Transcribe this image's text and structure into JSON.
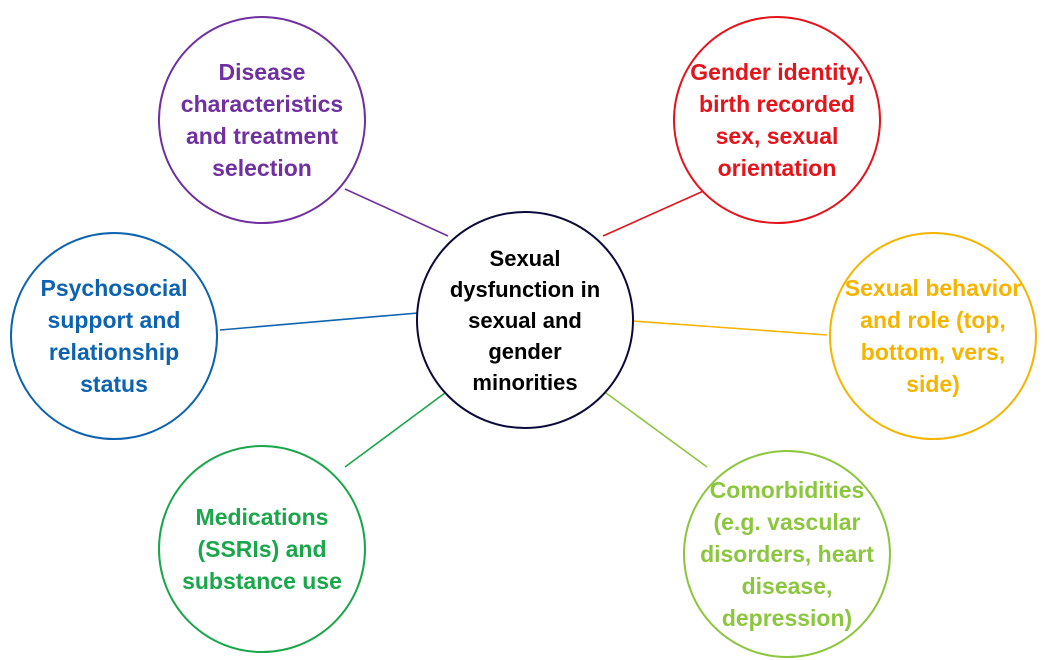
{
  "center": {
    "label": "Sexual dysfunction in sexual and gender minorities",
    "color": "#0b0b3b"
  },
  "factors": [
    {
      "id": "disease",
      "label": "Disease characteristics and treatment selection",
      "color": "#7030a0"
    },
    {
      "id": "gender",
      "label": "Gender identity, birth recorded sex, sexual orientation",
      "color": "#e3141b"
    },
    {
      "id": "psychosocial",
      "label": "Psychosocial support and relationship status",
      "color": "#0d63b0"
    },
    {
      "id": "behavior",
      "label": "Sexual behavior and role (top, bottom, vers, side)",
      "color": "#f4b400"
    },
    {
      "id": "medications",
      "label": "Medications (SSRIs) and substance use",
      "color": "#1aa64a"
    },
    {
      "id": "comorbidities",
      "label": "Comorbidities (e.g. vascular disorders, heart disease, depression)",
      "color": "#8cc63f"
    }
  ]
}
